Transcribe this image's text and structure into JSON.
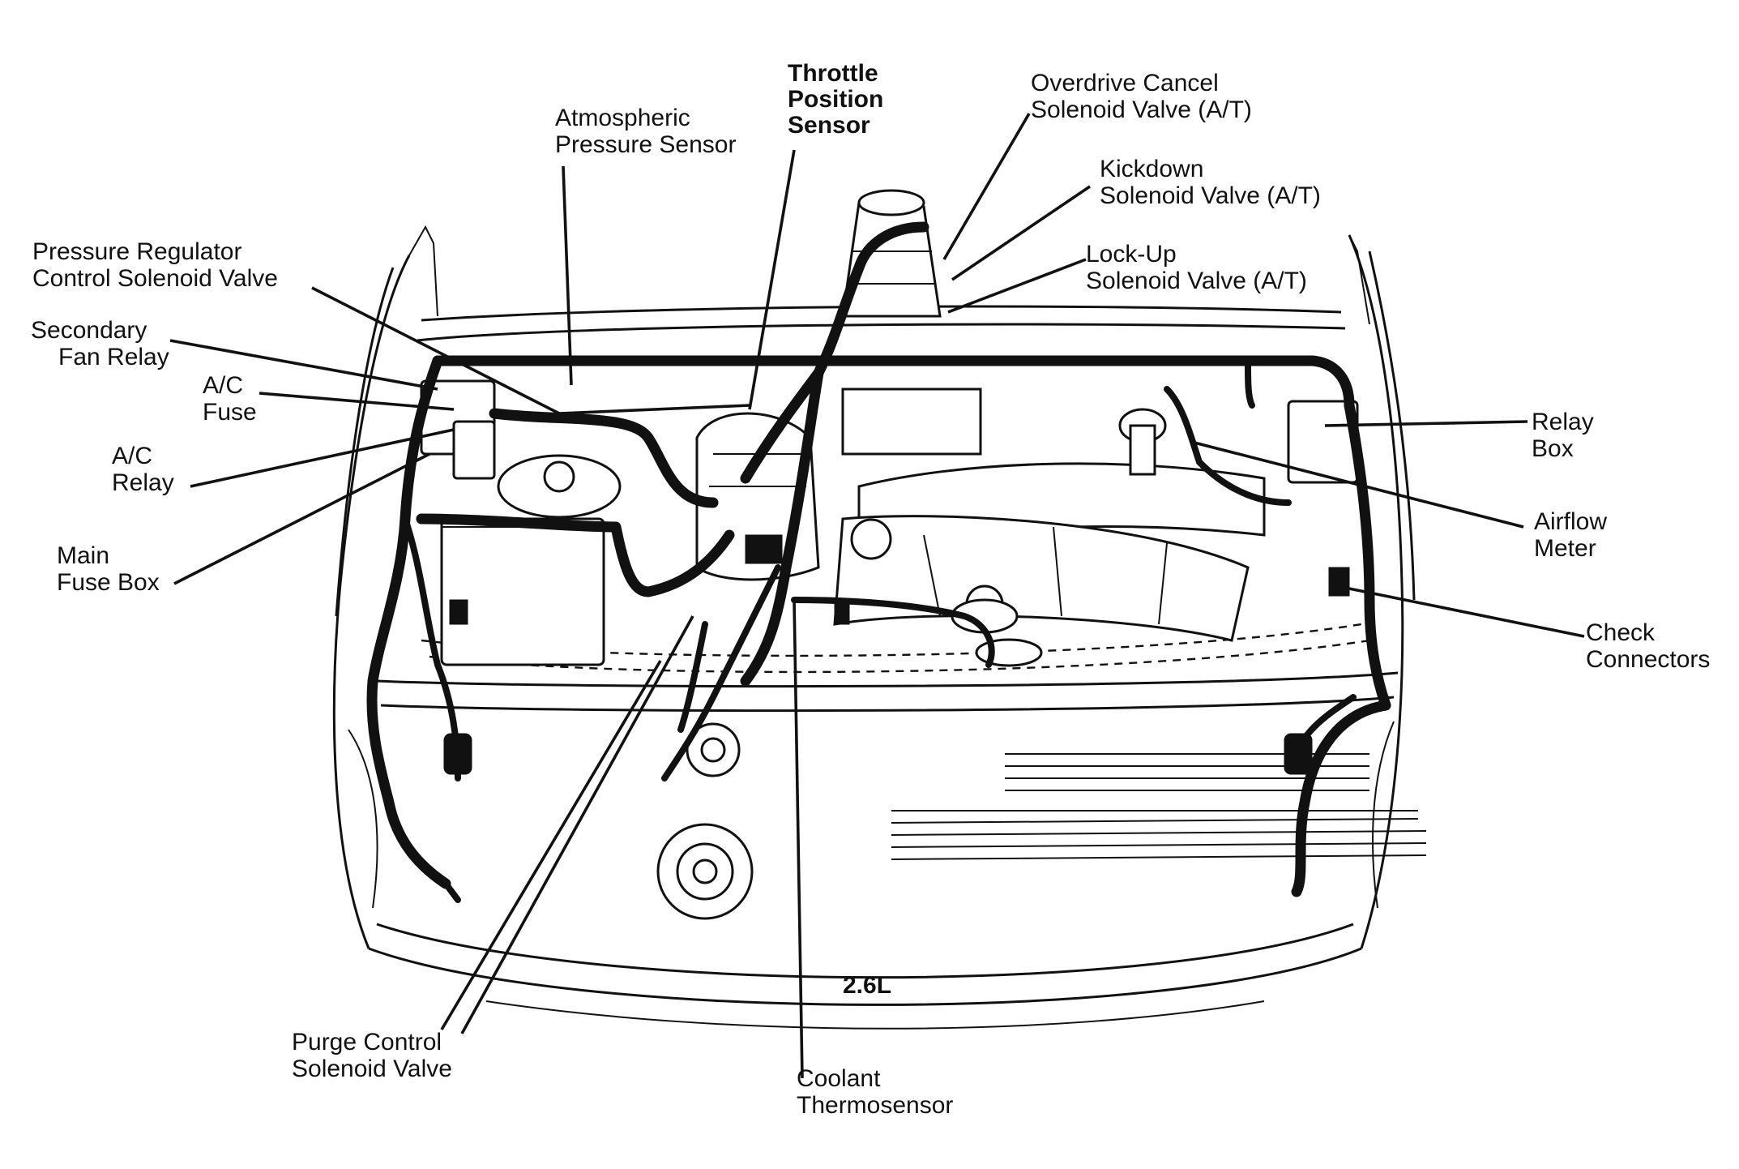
{
  "engine_label": "2.6L",
  "labels": {
    "throttle_position_sensor": [
      "Throttle",
      "Position",
      "Sensor"
    ],
    "atmospheric_pressure_sensor": [
      "Atmospheric",
      "Pressure Sensor"
    ],
    "overdrive_cancel_solenoid_valve": [
      "Overdrive Cancel",
      "Solenoid Valve (A/T)"
    ],
    "kickdown_solenoid_valve": [
      "Kickdown",
      "Solenoid Valve (A/T)"
    ],
    "lock_up_solenoid_valve": [
      "Lock-Up",
      "Solenoid Valve (A/T)"
    ],
    "pressure_regulator_control_solenoid_valve": [
      "Pressure Regulator",
      "Control Solenoid Valve"
    ],
    "secondary_fan_relay": [
      "Secondary",
      "Fan Relay"
    ],
    "ac_fuse": [
      "A/C",
      "Fuse"
    ],
    "ac_relay": [
      "A/C",
      "Relay"
    ],
    "main_fuse_box": [
      "Main",
      "Fuse Box"
    ],
    "relay_box": [
      "Relay",
      "Box"
    ],
    "airflow_meter": [
      "Airflow",
      "Meter"
    ],
    "check_connectors": [
      "Check",
      "Connectors"
    ],
    "purge_control_solenoid_valve": [
      "Purge Control",
      "Solenoid Valve"
    ],
    "coolant_thermosensor": [
      "Coolant",
      "Thermosensor"
    ]
  }
}
